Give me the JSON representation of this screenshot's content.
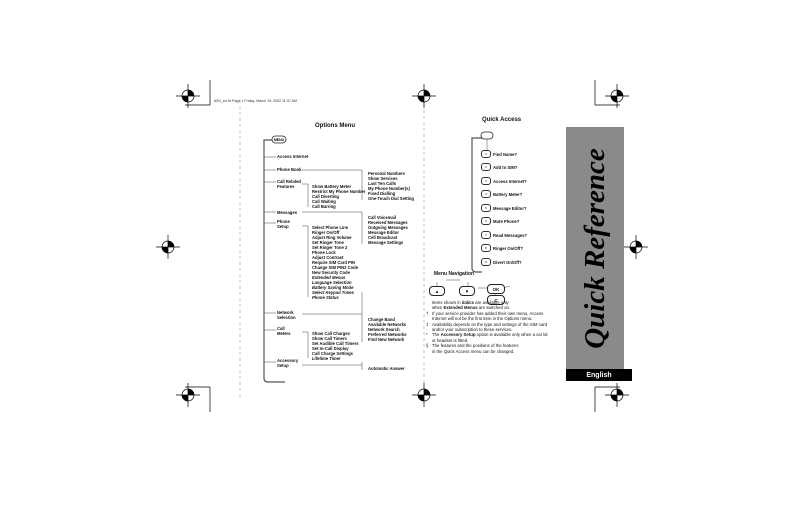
{
  "header_line": "6/51_eu.fd  Page 1  Friday, March 15, 2002  11:37 AM",
  "options_menu": {
    "title": "Options Menu",
    "items": [
      {
        "id": "access_internet",
        "label": "Access Internet"
      },
      {
        "id": "phone_book",
        "label": "Phone Book"
      },
      {
        "id": "call_related_1",
        "label": "Call Related"
      },
      {
        "id": "call_related_2",
        "label": "Features"
      },
      {
        "id": "messages",
        "label": "Messages"
      },
      {
        "id": "phone_setup_1",
        "label": "Phone"
      },
      {
        "id": "phone_setup_2",
        "label": "Setup"
      },
      {
        "id": "network_1",
        "label": "Network"
      },
      {
        "id": "network_2",
        "label": "Selection"
      },
      {
        "id": "call_meters_1",
        "label": "Call"
      },
      {
        "id": "call_meters_2",
        "label": "Meters"
      },
      {
        "id": "accessory_1",
        "label": "Accessory"
      },
      {
        "id": "accessory_2",
        "label": "Setup"
      }
    ],
    "phone_book_items": [
      "Personal Numbers",
      "Show Services",
      "Last Ten Calls",
      "My Phone Number(s)",
      "Fixed Dialling",
      "One-Touch Dial Setting"
    ],
    "call_related_items": [
      "Show Battery Meter",
      "Restrict My Phone Number",
      "Call Diverting",
      "Call Waiting",
      "Call Barring"
    ],
    "messages_items": [
      "Call Voicemail",
      "Received Messages",
      "Outgoing Messages",
      "Message Editor",
      "Cell Broadcast",
      "Message Settings"
    ],
    "phone_setup_items": [
      "Select Phone Line",
      "Ringer On/Off",
      "Adjust Ring Volume",
      "Set Ringer Tone",
      "Set Ringer Tone 2",
      "Phone Lock",
      "Adjust Contrast",
      "Require SIM Card PIN",
      "Change SIM PIN2 Code",
      "New Security Code",
      "Extended Menus",
      "Language Selection",
      "Battery Saving Mode",
      "Select Keypad Tones",
      "Phone Status"
    ],
    "network_items": [
      "Change Band",
      "Available Networks",
      "Network Search",
      "Preferred Networks",
      "Find New Network"
    ],
    "call_meters_items": [
      "Show Call Charges",
      "Show Call Timers",
      "Set Audible Call Timers",
      "Set In-Call Display",
      "Call Charge Settings",
      "Lifetime Timer"
    ],
    "accessory_items": [
      "Automatic Answer"
    ]
  },
  "quick_access": {
    "title": "Quick Access",
    "items": [
      {
        "key": "1",
        "label": "Find Name?"
      },
      {
        "key": "2",
        "label": "Add to SIM?"
      },
      {
        "key": "3",
        "label": "Access Internet?"
      },
      {
        "key": "4",
        "label": "Battery Meter?"
      },
      {
        "key": "5",
        "label": "Message Editor?"
      },
      {
        "key": "6",
        "label": "Mute Phone?"
      },
      {
        "key": "7",
        "label": "Read Messages?"
      },
      {
        "key": "8",
        "label": "Ringer On/Off?"
      },
      {
        "key": "9",
        "label": "Divert On/Off?"
      }
    ]
  },
  "menu_navigation": {
    "title": "Menu Navigation",
    "buttons": {
      "up": "▲",
      "down": "▼",
      "ok": "OK",
      "c": "C"
    }
  },
  "notes": {
    "line1a": "Items shown in ",
    "line1b": "italics",
    "line1c": " are available only",
    "line2a": "when ",
    "line2b": "Extended Menus",
    "line2c": " are switched on.",
    "line3": "If your service provider has added their own menu, Access",
    "line4": "Internet will not be the first item in the Options menu.",
    "line5": "Availability depends on the type and settings of the SIM card",
    "line6": "and/or your subscription to these services.",
    "line7a": "The ",
    "line7b": "Accessory Setup",
    "line7c": " option is available only when a car kit",
    "line8": "or headset is fitted.",
    "line9": "The features and the positions of the features",
    "line10": "in the Quick Access menu can be changed."
  },
  "side_banner": {
    "title": "Quick Reference",
    "language": "English"
  }
}
